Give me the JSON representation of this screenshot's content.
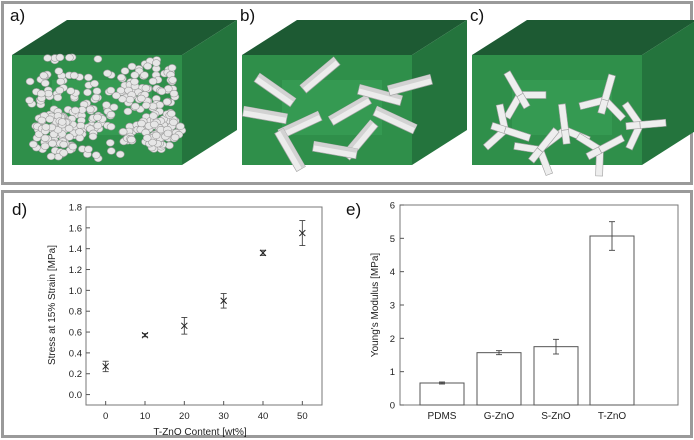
{
  "panels": {
    "a": "a)",
    "b": "b)",
    "c": "c)",
    "d": "d)",
    "e": "e)"
  },
  "colors": {
    "box_front": "#2f8f4a",
    "box_top": "#1d5a33",
    "box_side": "#24743d",
    "box_inner": "#3aa45a",
    "particle": "#e6e6e6",
    "frame": "#9a9a9a"
  },
  "chart_data": [
    {
      "type": "scatter",
      "panel": "d)",
      "xlabel": "T-ZnO Content [wt%]",
      "ylabel": "Stress at 15% Strain [MPa]",
      "xlim": [
        -5,
        55
      ],
      "ylim": [
        -0.1,
        1.8
      ],
      "xticks": [
        "0",
        "10",
        "20",
        "30",
        "40",
        "50"
      ],
      "yticks": [
        "0.0",
        "0.2",
        "0.4",
        "0.6",
        "0.8",
        "1.0",
        "1.2",
        "1.4",
        "1.6",
        "1.8"
      ],
      "x": [
        0,
        10,
        20,
        30,
        40,
        50
      ],
      "y": [
        0.27,
        0.57,
        0.66,
        0.9,
        1.36,
        1.55
      ],
      "err": [
        0.05,
        0.015,
        0.08,
        0.07,
        0.025,
        0.12
      ]
    },
    {
      "type": "bar",
      "panel": "e)",
      "ylabel": "Young's Modulus [MPa]",
      "ylim": [
        0,
        6
      ],
      "yticks": [
        "0",
        "1",
        "2",
        "3",
        "4",
        "5",
        "6"
      ],
      "categories": [
        "PDMS",
        "G-ZnO",
        "S-ZnO",
        "T-ZnO"
      ],
      "values": [
        0.66,
        1.57,
        1.75,
        5.07
      ],
      "err": [
        0.03,
        0.06,
        0.22,
        0.43
      ]
    }
  ]
}
